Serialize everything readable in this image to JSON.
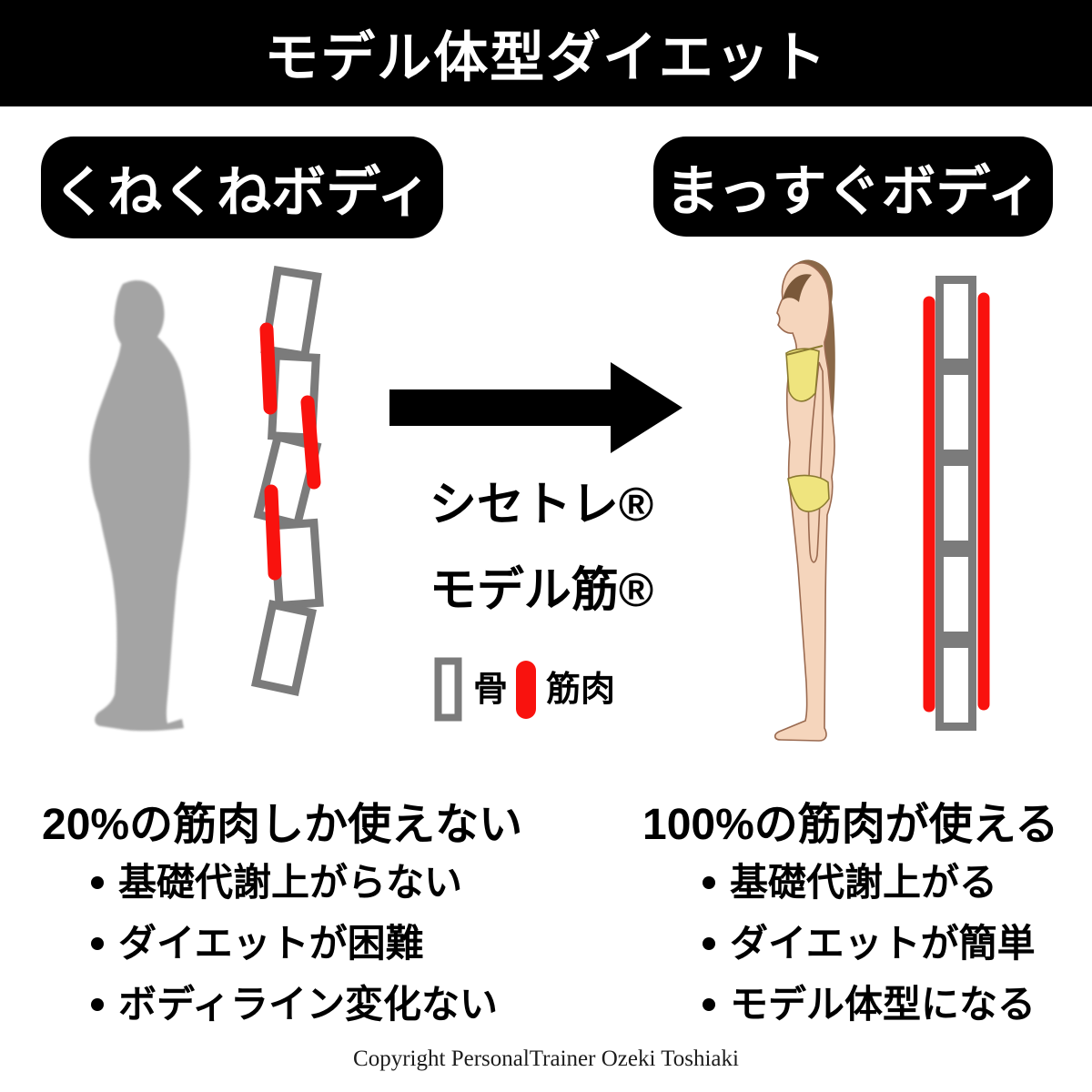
{
  "header": {
    "title": "モデル体型ダイエット"
  },
  "labels": {
    "left": "くねくねボディ",
    "right": "まっすぐボディ"
  },
  "center": {
    "method1": "シセトレ®",
    "method2": "モデル筋®"
  },
  "legend": {
    "bone": "骨",
    "muscle": "筋肉"
  },
  "left_panel": {
    "heading": "20%の筋肉しか使えない",
    "bullets": [
      "基礎代謝上がらない",
      "ダイエットが困難",
      "ボディライン変化ない"
    ]
  },
  "right_panel": {
    "heading": "100%の筋肉が使える",
    "bullets": [
      "基礎代謝上がる",
      "ダイエットが簡単",
      "モデル体型になる"
    ]
  },
  "footer": {
    "copyright": "Copyright PersonalTrainer Ozeki Toshiaki"
  },
  "colors": {
    "banner_black": "#000000",
    "muscle_red": "#f9120e",
    "bone_gray": "#7b7b7b",
    "silhouette_gray": "#a4a4a4",
    "skin": "#f5d5bc",
    "skin_line": "#9a6a50",
    "hair_brown": "#8a6847",
    "hair_dark": "#7a583a",
    "bikini_yellow": "#efe47e",
    "bikini_line": "#8a7a30"
  }
}
